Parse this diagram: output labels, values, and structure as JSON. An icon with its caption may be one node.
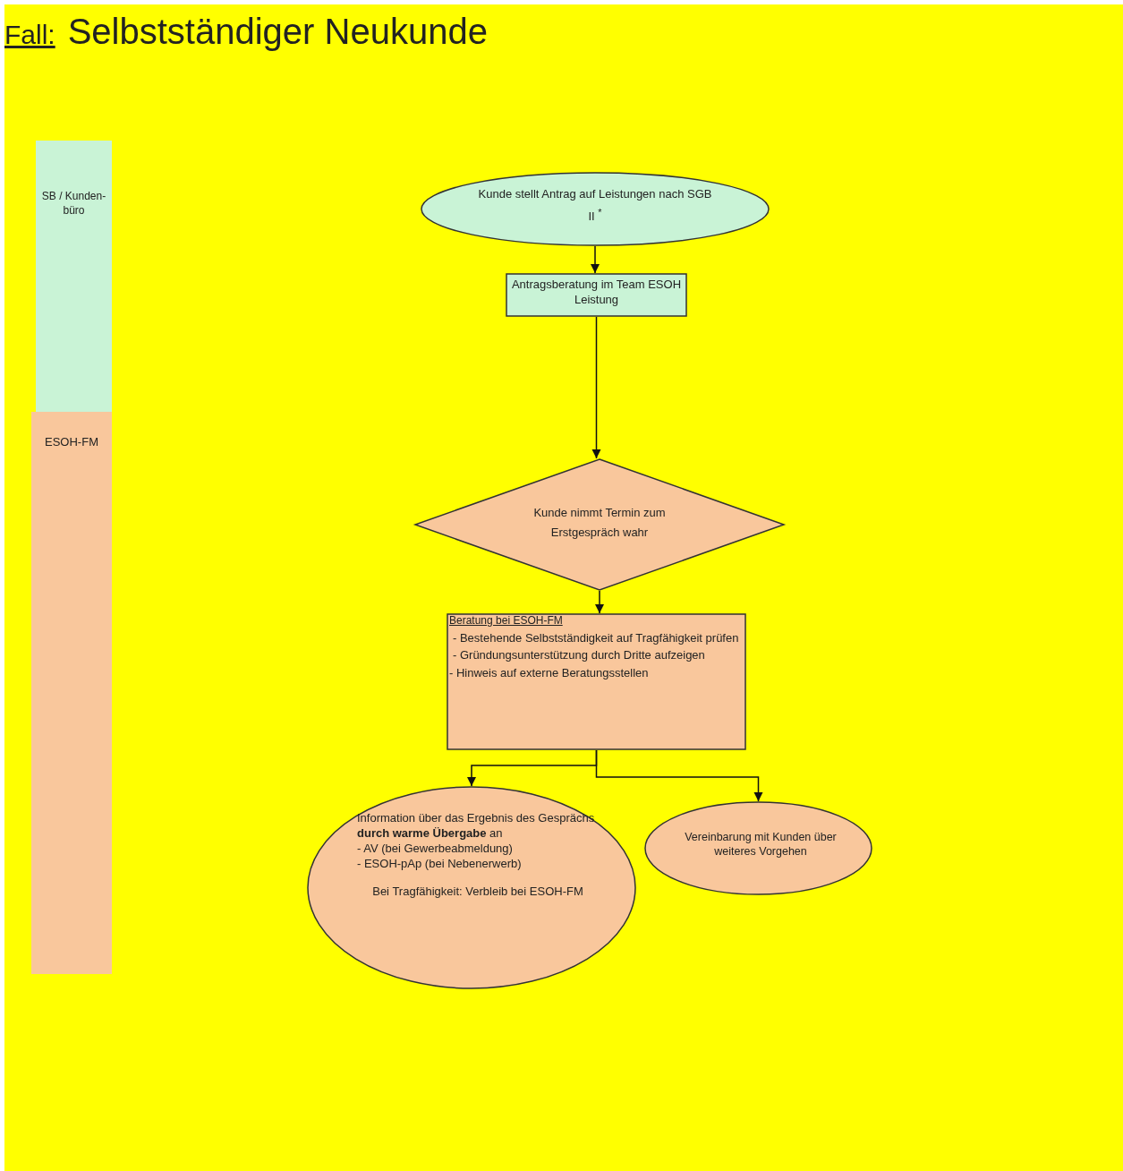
{
  "diagram": {
    "title": "Selbstständiger Neukunde",
    "nodes": [
      {
        "text": [
          "SB / Kunden- büro"
        ]
      },
      {
        "text": [
          "ESOH-FM"
        ]
      },
      {
        "text": [
          "Kunde stellt Antrag auf Leistungen nach SGB II $^{*}$"
        ]
      },
      {
        "text": [
          "Antragsberatung im Team ESOH Leistung"
        ]
      },
      {
        "text": [
          "Kunde nimmt Termin zum Erstgespräch wahr"
        ]
      },
      {
        "text": [
          "Beratung bei ESOH-FM",
          "- Bestehende Selbstständigkeit auf Tragfähigkeit prüfen",
          "- Gründungsunterstützung durch Dritte aufzeigen",
          "- Hinweis auf externe Beratungsstellen"
        ]
      },
      {
        "text": [
          "Information über das Ergebnis des Gesprächs **durch warme Übergabe** an",
          "- AV (bei Gewerbeabmeldung)",
          "- ESOH-pAp (bei Nebenerwerb)",
          "Bei Tragfähigkeit: Verbleib bei ESOH-FM"
        ]
      },
      {
        "text": [
          "Vereinbarung mit Kunden über weiteres Vorgehen"
        ]
      }
    ],
    "edges": [
      {
        "from": 2,
        "to": 3,
        "arrow": "to"
      },
      {
        "from": 3,
        "to": 4,
        "arrow": "to"
      },
      {
        "from": 4,
        "to": 5,
        "arrow": "to"
      },
      {
        "from": 5,
        "to": 6,
        "arrow": "to"
      },
      {
        "from": 5,
        "to": 7,
        "arrow": "to"
      }
    ],
    "labels": [
      "Fall:"
    ]
  }
}
